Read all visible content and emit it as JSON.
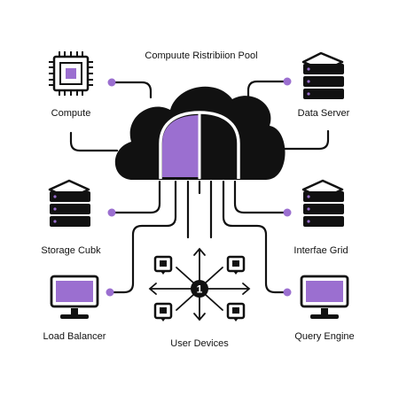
{
  "diagram": {
    "title": "Compuute   Ristribiion Pool",
    "nodes": {
      "compute": {
        "label": "Compute",
        "icon": "cpu-chip-icon"
      },
      "data_server": {
        "label": "Data Server",
        "icon": "server-stack-icon"
      },
      "storage": {
        "label": "Storage Cubk",
        "icon": "server-stack-icon"
      },
      "interface_grid": {
        "label": "Interfae Grid",
        "icon": "server-stack-icon"
      },
      "load_balancer": {
        "label": "Load Balancer",
        "icon": "monitor-icon"
      },
      "query_engine": {
        "label": "Query Engine",
        "icon": "monitor-icon"
      },
      "user_devices": {
        "label": "User Devices",
        "icon": "device-hub-icon",
        "badge": "1"
      }
    },
    "center": {
      "icon": "cloud-icon"
    }
  },
  "colors": {
    "ink": "#111111",
    "accent": "#9b6fd0"
  }
}
